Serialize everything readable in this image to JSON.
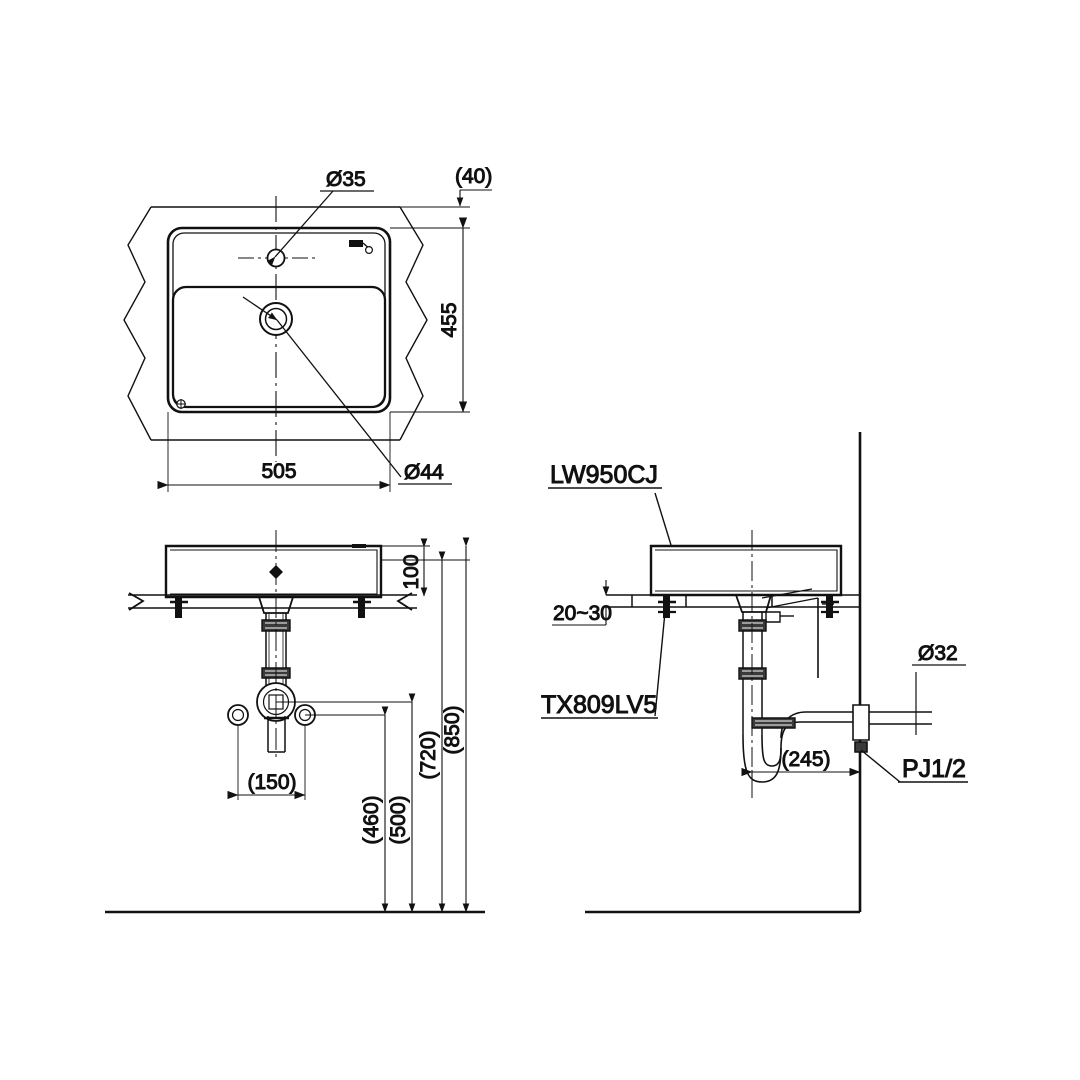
{
  "drawing": {
    "title": "LW950CJ washbasin installation drawing",
    "line_color": "#111111",
    "background_color": "#ffffff"
  },
  "top_view": {
    "name": "plan-view",
    "callouts": {
      "faucet_hole_dia": "Ø35",
      "drain_hole_dia": "Ø44"
    },
    "dimensions": {
      "counter_rear_gap": "(40)",
      "depth": "455",
      "width": "505"
    }
  },
  "front_elevation": {
    "name": "front-elevation-view",
    "dimensions": {
      "basin_height": "100",
      "tap_spacing": "(150)",
      "stop_valve_height": "(460)",
      "trap_height": "(500)",
      "drain_height": "(720)",
      "counter_height": "(850)"
    }
  },
  "side_elevation": {
    "name": "side-elevation-view",
    "labels": {
      "basin_model": "LW950CJ",
      "drain_fitting_model": "TX809LV5",
      "wall_connection": "PJ1/2"
    },
    "dimensions": {
      "counter_thickness": "20~30",
      "trap_offset": "(245)",
      "waste_pipe_dia": "Ø32"
    }
  }
}
